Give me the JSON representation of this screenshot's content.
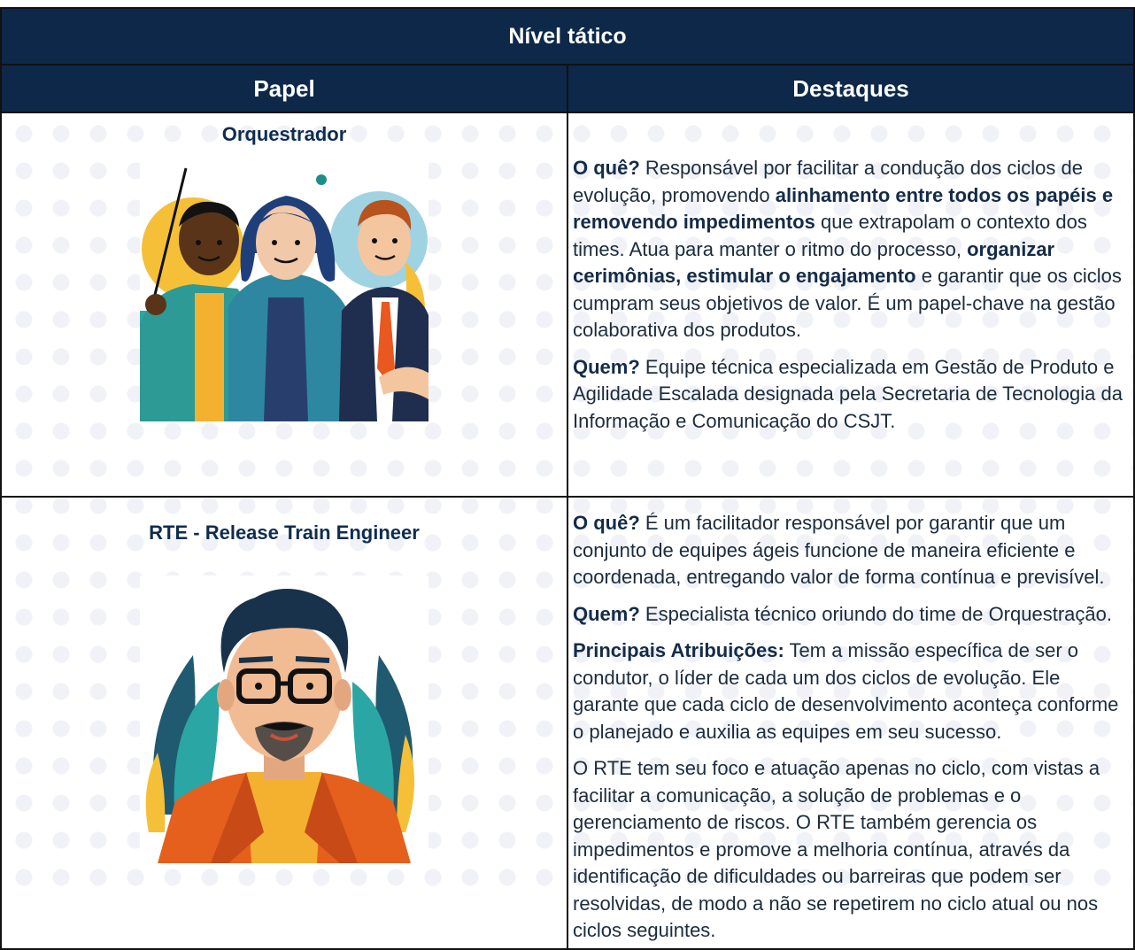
{
  "table": {
    "title": "Nível tático",
    "col_papel": "Papel",
    "col_destaques": "Destaques"
  },
  "rows": [
    {
      "role": "Orquestrador",
      "illustration": "three-people-team-icon",
      "paragraphs": [
        {
          "label": "O quê?",
          "t1": " Responsável por facilitar a condução dos ciclos de evolução, promovendo ",
          "b1": "alinhamento entre todos os papéis e removendo impedimentos",
          "t2": " que extrapolam o contexto dos times. Atua para manter o ritmo do processo, ",
          "b2": "organizar cerimônias, estimular o engajamento",
          "t3": " e garantir que os ciclos cumpram seus objetivos de valor. É um papel-chave na gestão colaborativa dos produtos."
        },
        {
          "label": "Quem?",
          "text": " Equipe técnica especializada em Gestão de Produto e Agilidade Escalada designada pela Secretaria de Tecnologia da Informação e Comunicação do CSJT."
        }
      ]
    },
    {
      "role": "RTE - Release Train Engineer",
      "illustration": "bearded-man-glasses-icon",
      "paragraphs": [
        {
          "label": "O quê?",
          "text": " É um facilitador responsável por garantir que um conjunto de equipes ágeis funcione de maneira eficiente e coordenada, entregando valor de forma contínua e previsível."
        },
        {
          "label": "Quem?",
          "text": " Especialista técnico oriundo do time de Orquestração."
        },
        {
          "label": "Principais Atribuições:",
          "text": " Tem a missão específica de ser o condutor, o líder de cada um dos ciclos de evolução. Ele garante que cada ciclo de desenvolvimento aconteça conforme o planejado e auxilia as equipes em seu sucesso."
        },
        {
          "text": "O RTE tem seu foco e atuação apenas no ciclo, com vistas a facilitar a comunicação, a solução de problemas e o gerenciamento de riscos. O RTE também gerencia os impedimentos e promove a melhoria contínua, através da identificação de dificuldades ou barreiras que podem ser resolvidas, de modo a não se repetirem no ciclo atual ou nos ciclos seguintes."
        }
      ]
    }
  ]
}
